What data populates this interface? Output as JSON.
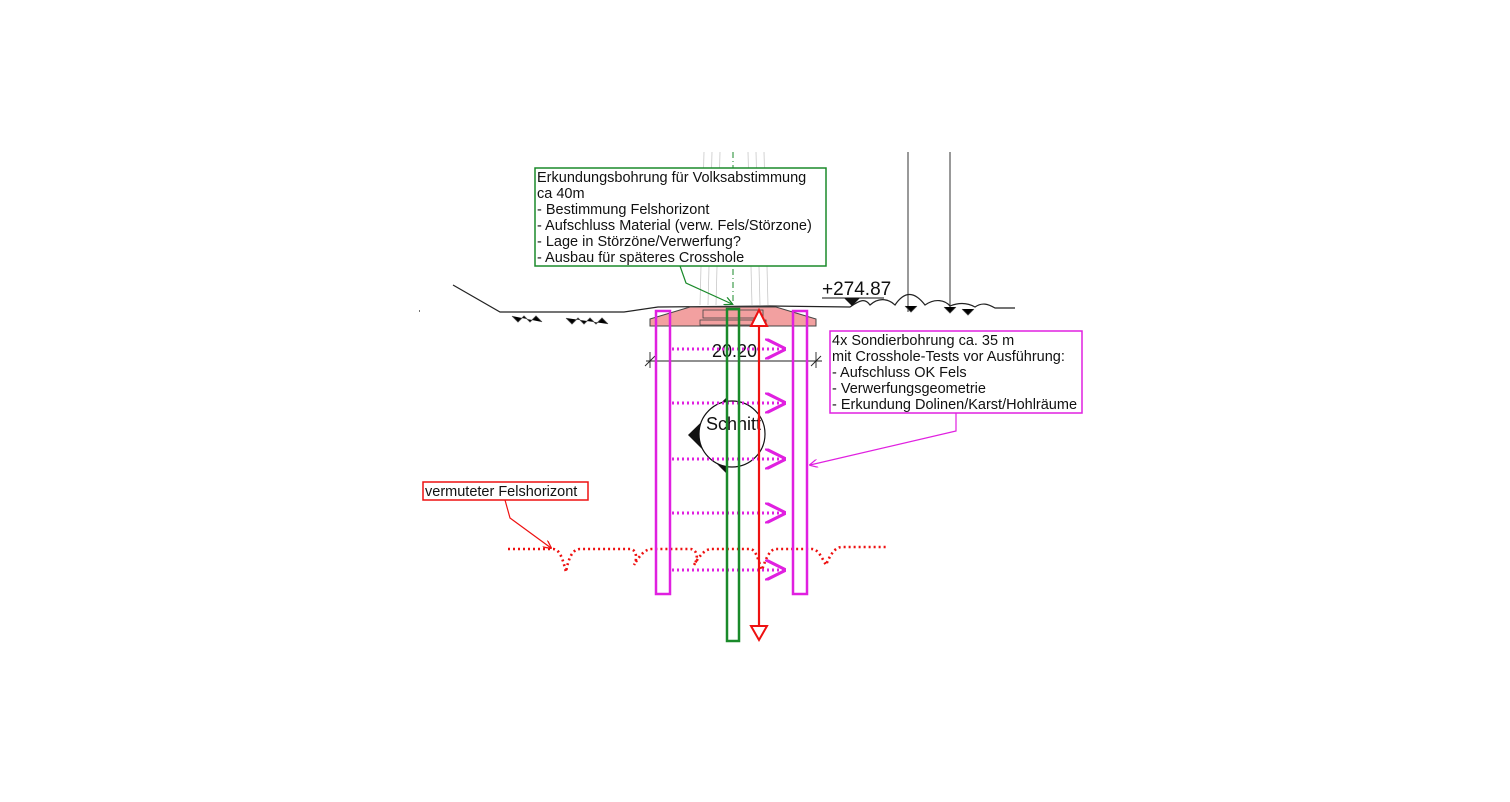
{
  "colors": {
    "green": "#1a8a2a",
    "magenta": "#e020e0",
    "red": "#ee1111",
    "foundation_fill": "#f2a0a0",
    "ink": "#111111"
  },
  "notes": {
    "exploration_boring": {
      "title": "Erkundungsbohrung für Volksabstimmung",
      "line2": "ca 40m",
      "items": [
        "- Bestimmung Felshorizont",
        "- Aufschluss Material (verw. Fels/Störzone)",
        "- Lage in Störzöne/Verwerfung?",
        "- Ausbau für späteres Crosshole"
      ]
    },
    "probe_borings": {
      "title": "4x Sondierbohrung ca. 35 m",
      "line2": "mit Crosshole-Tests vor Ausführung:",
      "items": [
        "- Aufschluss OK Fels",
        "- Verwerfungsgeometrie",
        "- Erkundung Dolinen/Karst/Hohlräume"
      ]
    },
    "rock_horizon": {
      "label": "vermuteter Felshorizont"
    }
  },
  "elevation": "+274.87",
  "dimension": "20.20",
  "section_marker": "Schnitt"
}
